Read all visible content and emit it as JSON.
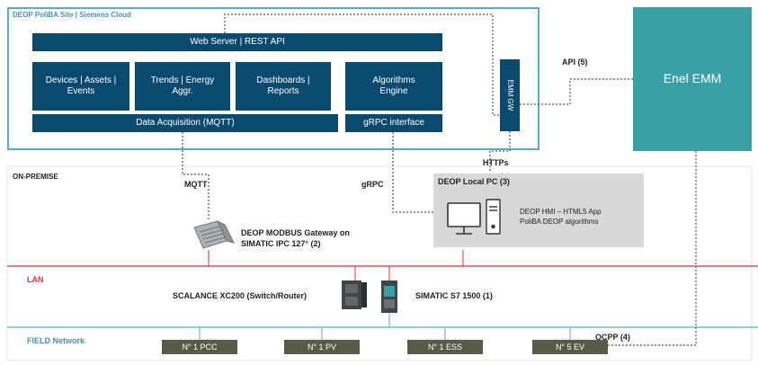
{
  "cloud": {
    "title": "DEOP PoliBA Site | Siemens Cloud",
    "webserver": "Web Server | REST API",
    "devices": "Devices | Assets | Events",
    "trends": "Trends | Energy Aggr.",
    "dashboards": "Dashboards | Reports",
    "algorithms": "Algorithms Engine",
    "data_acq": "Data Acquisition (MQTT)",
    "grpc_iface": "gRPC interface",
    "emm_gw": "EMM GW"
  },
  "enel": {
    "label": "Enel EMM"
  },
  "links": {
    "api": "API (5)",
    "https": "HTTPs",
    "mqtt": "MQTT",
    "grpc": "gRPC",
    "ocpp": "OCPP (4)"
  },
  "onprem": {
    "title": "ON-PREMISE"
  },
  "local_pc": {
    "title": "DEOP Local PC (3)",
    "line1": "DEOP HMI – HTML5 App",
    "line2": "PoliBA DEOP algorithms"
  },
  "gateway": {
    "line1": "DEOP MODBUS Gateway on",
    "line2": "SIMATIC IPC 127° (2)"
  },
  "lan": {
    "label": "LAN"
  },
  "scalance": {
    "label": "SCALANCE XC200 (Switch/Router)"
  },
  "s7": {
    "label": "SIMATIC S7 1500 (1)"
  },
  "field": {
    "label": "FIELD Network",
    "devices": [
      "N° 1 PCC",
      "N° 1 PV",
      "N° 1 ESS",
      "N° 5 EV"
    ]
  },
  "colors": {
    "navy": "#0b4a6f",
    "teal": "#3aa0a8",
    "cloud_border": "#5aa9cf",
    "lan": "#e0303a",
    "field_line": "#5aa9cf",
    "field_box": "#5a5a48",
    "pc_box": "#d8d8d8"
  },
  "icons": [
    "server-icon",
    "monitor-icon",
    "switch-icon",
    "plc-icon"
  ]
}
